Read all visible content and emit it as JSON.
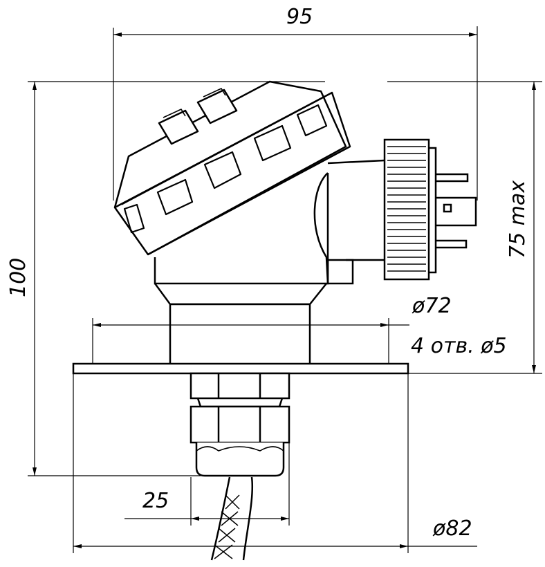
{
  "drawing": {
    "dimensions": {
      "width_top": "95",
      "height_left": "100",
      "height_right": "75 max",
      "bolt_circle": "ø72",
      "holes": "4 отв. ø5",
      "cable_gland": "25",
      "flange_diameter": "ø82"
    },
    "colors": {
      "line": "#000000",
      "background": "#ffffff"
    }
  }
}
